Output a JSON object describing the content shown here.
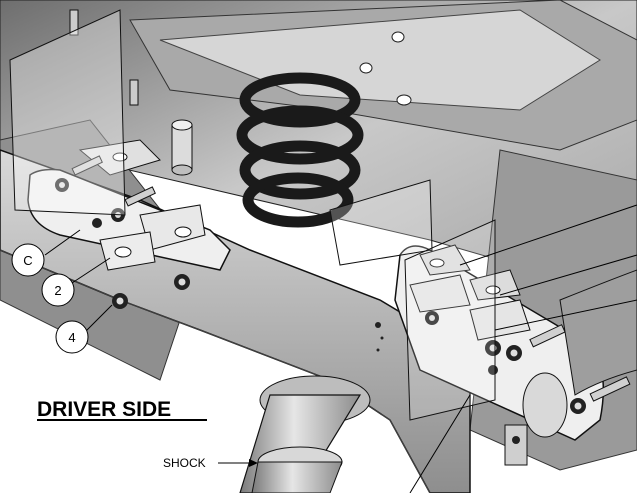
{
  "title": "DRIVER SIDE",
  "callouts": {
    "c": "C",
    "two": "2",
    "four": "4"
  },
  "shock_label": "SHOCK",
  "colors": {
    "metal_light": "#e4e4e4",
    "metal_mid": "#b9b9b9",
    "metal_dark": "#6a6a6a",
    "outline": "#111111",
    "spring": "#1a1a1a"
  }
}
